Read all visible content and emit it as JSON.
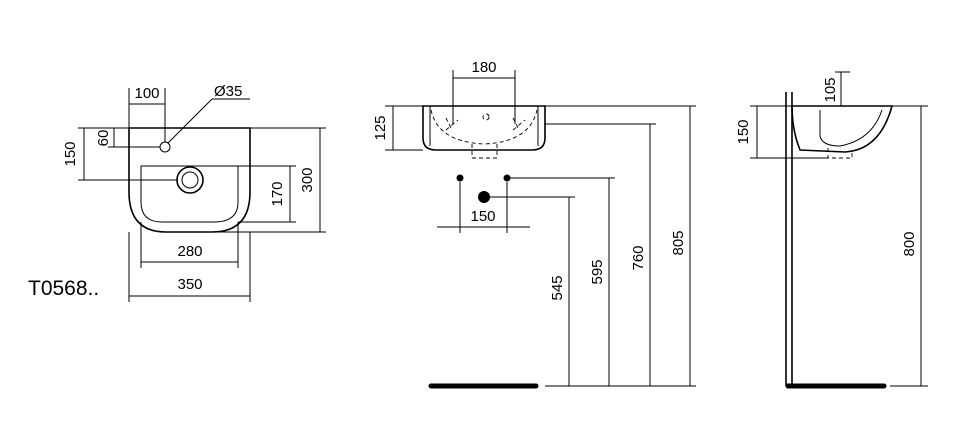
{
  "product_code": "T0568..",
  "top_view": {
    "tap_hole_offset": "100",
    "tap_hole_diameter": "Ø35",
    "back_to_tap": "60",
    "back_to_drain": "150",
    "bowl_depth": "170",
    "overall_depth": "300",
    "bowl_width": "280",
    "overall_width": "350"
  },
  "front_view": {
    "bracket_spacing": "180",
    "basin_height": "125",
    "waste_spacing": "150",
    "height_545": "545",
    "height_595": "595",
    "height_760": "760",
    "height_805": "805"
  },
  "side_view": {
    "overflow_depth": "105",
    "basin_height": "150",
    "rim_height": "800"
  }
}
